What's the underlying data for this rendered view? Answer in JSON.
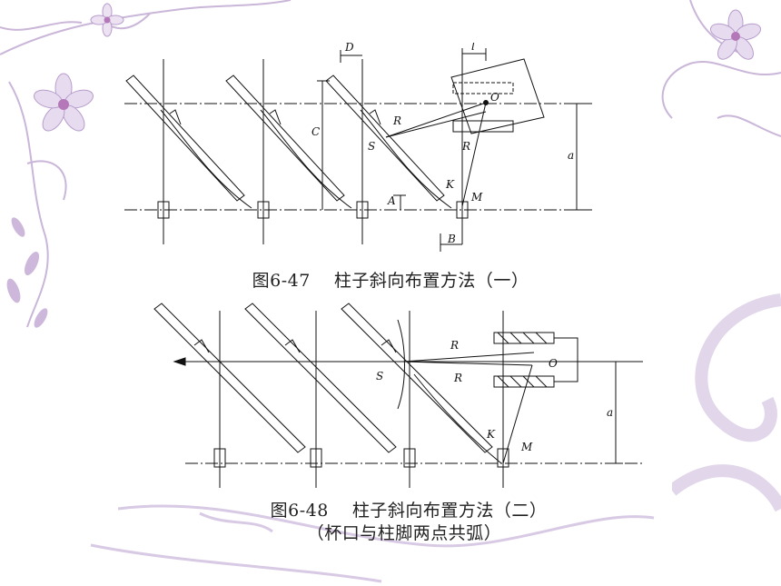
{
  "slide": {
    "figure1": {
      "caption": "图6-47　 柱子斜向布置方法（一）",
      "labels": {
        "D": "D",
        "l": "l",
        "O": "O",
        "R1": "R",
        "R2": "R",
        "C": "C",
        "S": "S",
        "a": "a",
        "K": "K",
        "M": "M",
        "A": "A",
        "B": "B"
      }
    },
    "figure2": {
      "caption_line1": "图6-48　 柱子斜向布置方法（二）",
      "caption_line2": "（杯口与柱脚两点共弧）",
      "labels": {
        "R1": "R",
        "R2": "R",
        "S": "S",
        "O": "O",
        "a": "a",
        "K": "K",
        "M": "M"
      }
    }
  }
}
